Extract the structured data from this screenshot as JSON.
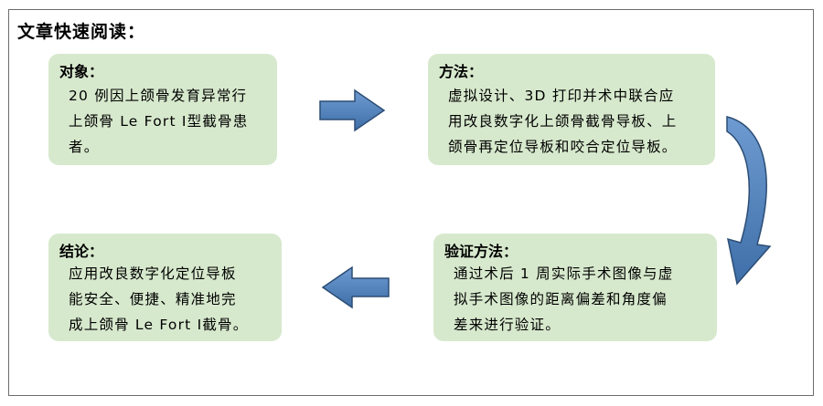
{
  "heading": "文章快速阅读：",
  "boxes": {
    "subject": {
      "label": "对象：",
      "lines": [
        "20 例因上颌骨发育异常行",
        "上颌骨 Le Fort Ⅰ型截骨患",
        "者。"
      ]
    },
    "method": {
      "label": "方法：",
      "lines": [
        "虚拟设计、3D 打印并术中联合应",
        "用改良数字化上颌骨截骨导板、上",
        "颌骨再定位导板和咬合定位导板。"
      ]
    },
    "verify": {
      "label": "验证方法：",
      "lines": [
        "通过术后 1 周实际手术图像与虚",
        "拟手术图像的距离偏差和角度偏",
        "差来进行验证。"
      ]
    },
    "conclusion": {
      "label": "结论：",
      "lines": [
        "应用改良数字化定位导板",
        "能安全、便捷、精准地完",
        "成上颌骨 Le Fort Ⅰ截骨。"
      ]
    }
  },
  "colors": {
    "box_fill": "#d7e9cd",
    "arrow_fill": "#4f81bd",
    "arrow_stroke": "#2c4d75",
    "frame_border": "#6d6d6d"
  },
  "icons": [
    "arrow-right-icon",
    "curved-arrow-down-icon",
    "arrow-left-icon"
  ]
}
